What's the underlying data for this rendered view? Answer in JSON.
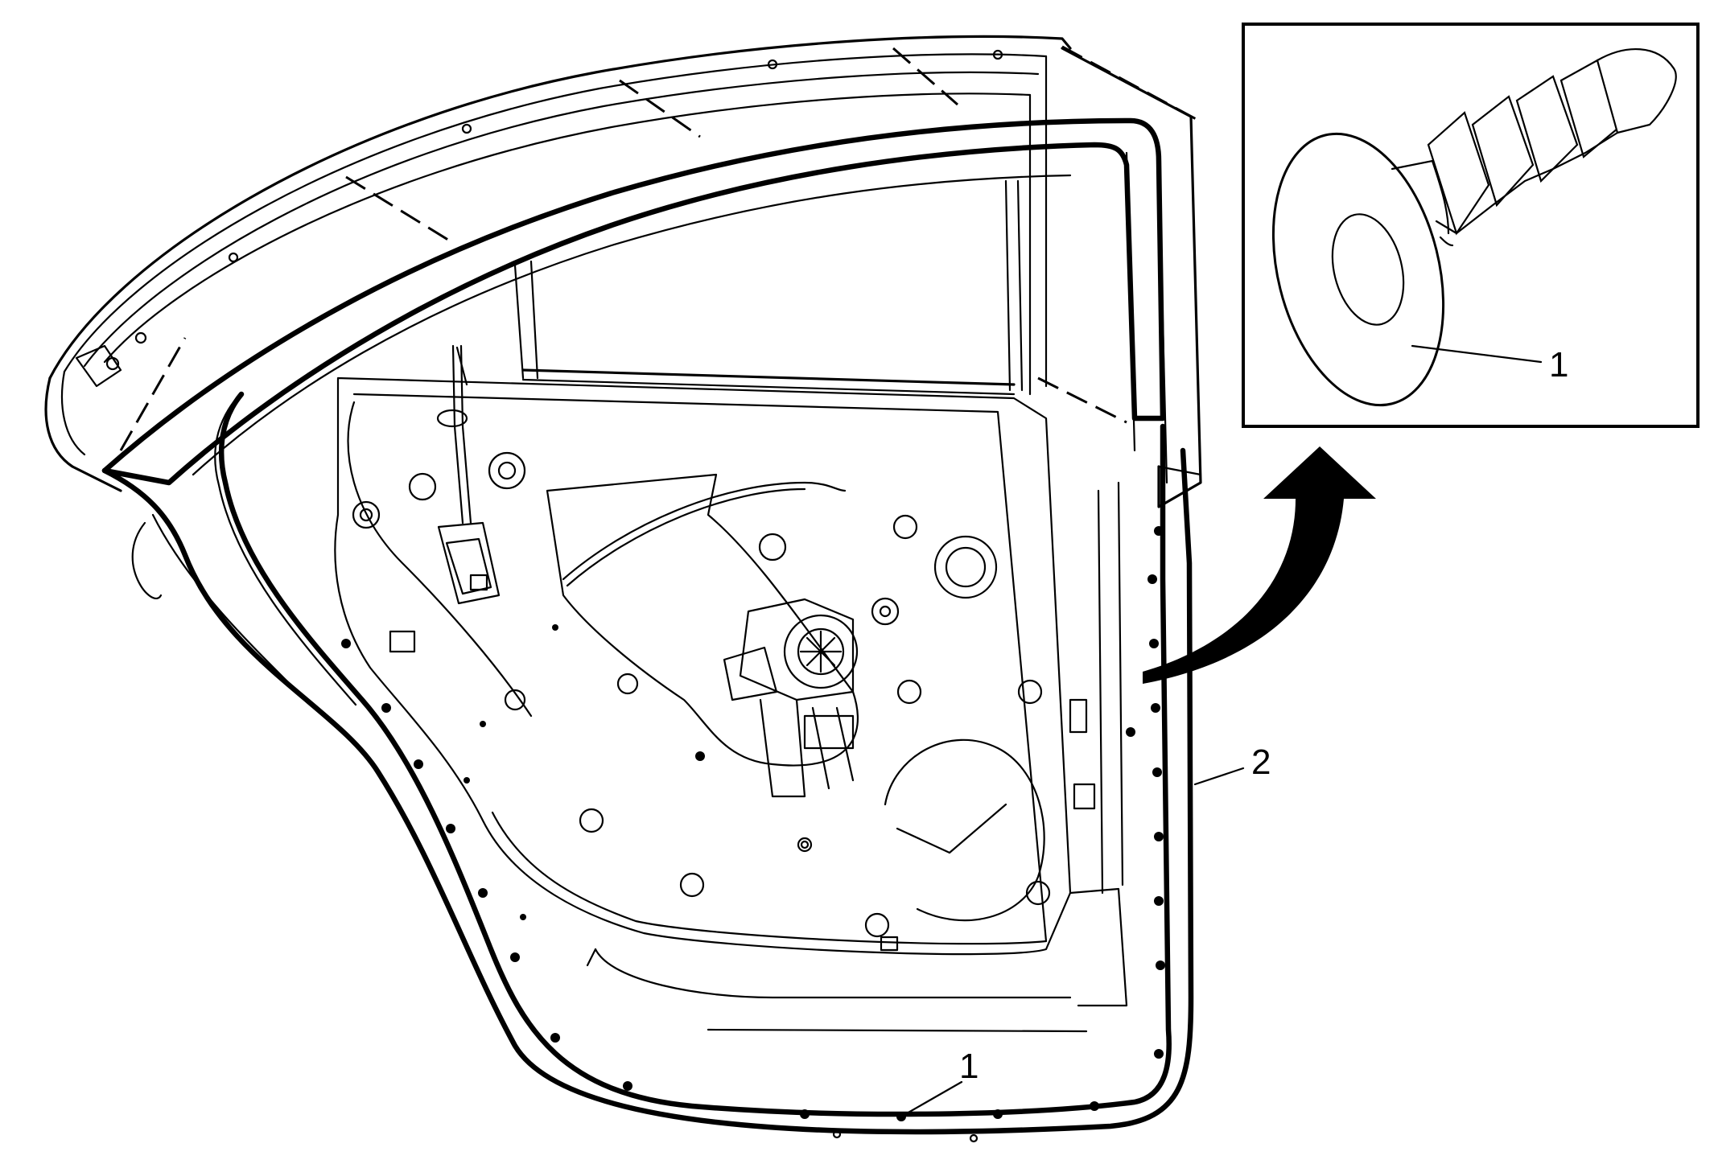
{
  "callouts": {
    "inset_clip": "1",
    "seal_strip": "2",
    "door_clip": "1"
  },
  "colors": {
    "line": "#000000",
    "background": "#ffffff"
  },
  "icons": {
    "arrow": "curved-arrow-icon"
  }
}
